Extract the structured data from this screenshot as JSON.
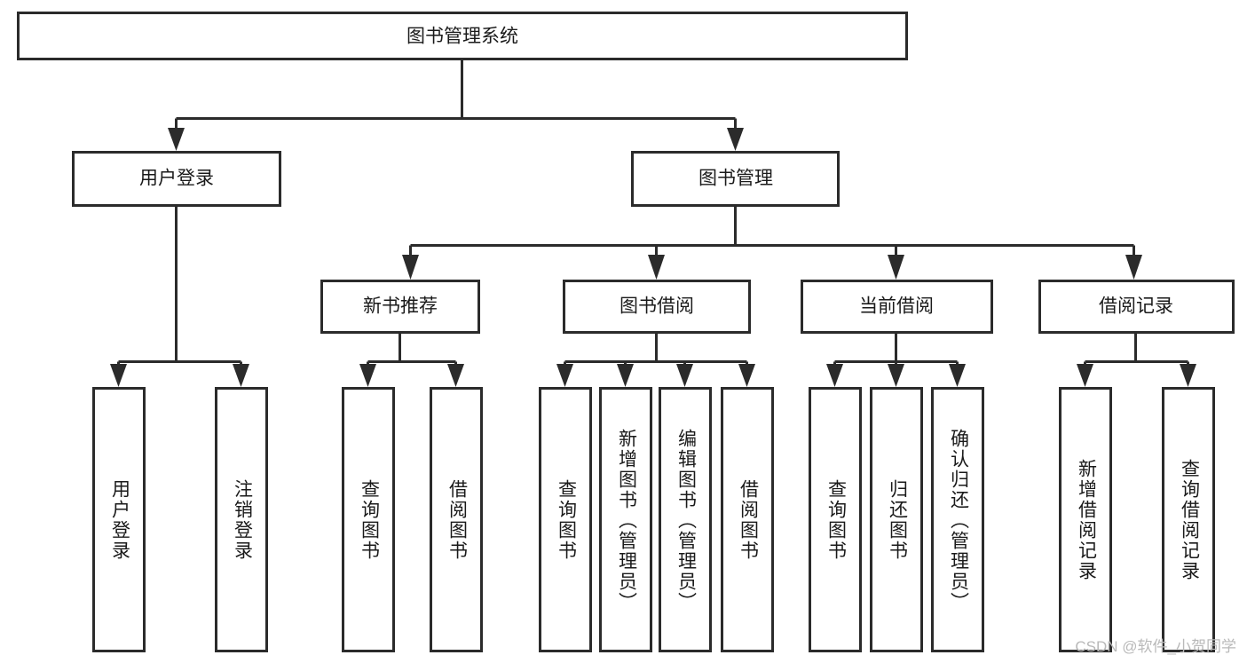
{
  "diagram": {
    "type": "tree",
    "title": "图书管理系统",
    "orientation": "top-down",
    "colors": {
      "box_stroke": "#2b2b2b",
      "box_fill": "#ffffff",
      "connector": "#2b2b2b",
      "text": "#1a1a1a",
      "watermark": "#b9b9b9",
      "background": "#ffffff"
    },
    "root": {
      "label": "图书管理系统"
    },
    "level2": [
      {
        "label": "用户登录"
      },
      {
        "label": "图书管理"
      }
    ],
    "level3": [
      {
        "label": "新书推荐"
      },
      {
        "label": "图书借阅"
      },
      {
        "label": "当前借阅"
      },
      {
        "label": "借阅记录"
      }
    ],
    "leaves": {
      "user_login": [
        {
          "label": "用户登录"
        },
        {
          "label": "注销登录"
        }
      ],
      "new_book_recommend": [
        {
          "label": "查询图书"
        },
        {
          "label": "借阅图书"
        }
      ],
      "book_borrow": [
        {
          "label": "查询图书"
        },
        {
          "label": "新增图书（管理员）"
        },
        {
          "label": "编辑图书（管理员）"
        },
        {
          "label": "借阅图书"
        }
      ],
      "current_borrow": [
        {
          "label": "查询图书"
        },
        {
          "label": "归还图书"
        },
        {
          "label": "确认归还（管理员）"
        }
      ],
      "borrow_record": [
        {
          "label": "新增借阅记录"
        },
        {
          "label": "查询借阅记录"
        }
      ]
    },
    "watermark": "CSDN @软件_小贺同学"
  }
}
